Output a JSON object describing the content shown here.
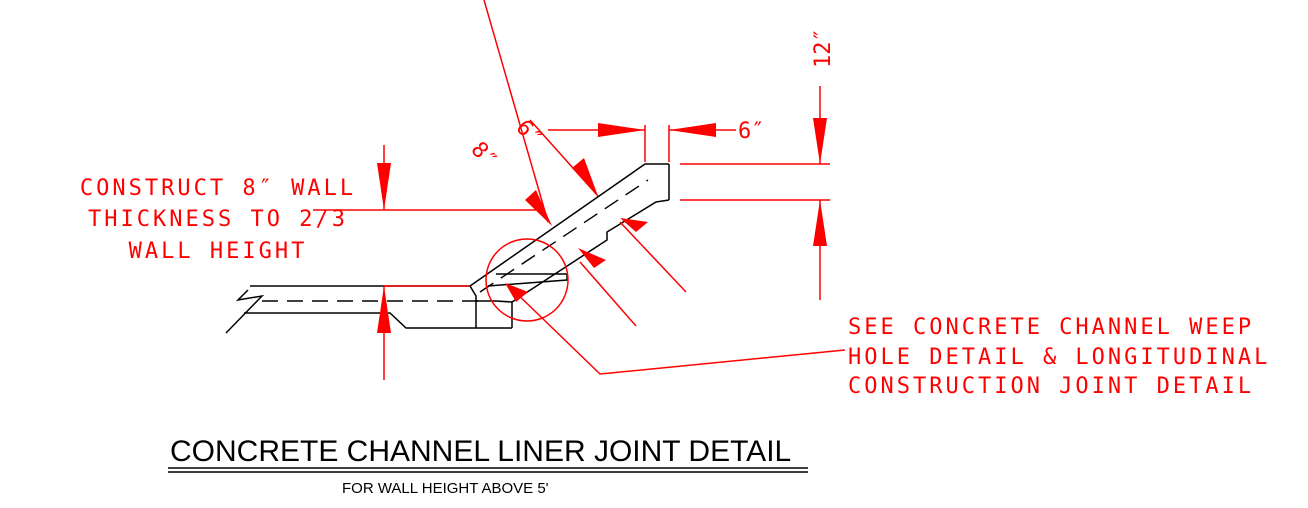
{
  "drawing": {
    "note_wall": [
      "CONSTRUCT 8″ WALL",
      "THICKNESS TO 2/3",
      "WALL HEIGHT"
    ],
    "note_weep": [
      "SEE CONCRETE CHANNEL WEEP",
      "HOLE DETAIL & LONGITUDINAL",
      "CONSTRUCTION JOINT DETAIL"
    ],
    "dims": {
      "six_a": "6″",
      "six_b": "6″",
      "eight": "8″",
      "twelve": "12″"
    },
    "title": "CONCRETE CHANNEL LINER JOINT DETAIL",
    "subtitle": "FOR WALL HEIGHT ABOVE 5'"
  },
  "colors": {
    "annotation": "#ff0000",
    "linework": "#000000",
    "background": "#ffffff"
  }
}
